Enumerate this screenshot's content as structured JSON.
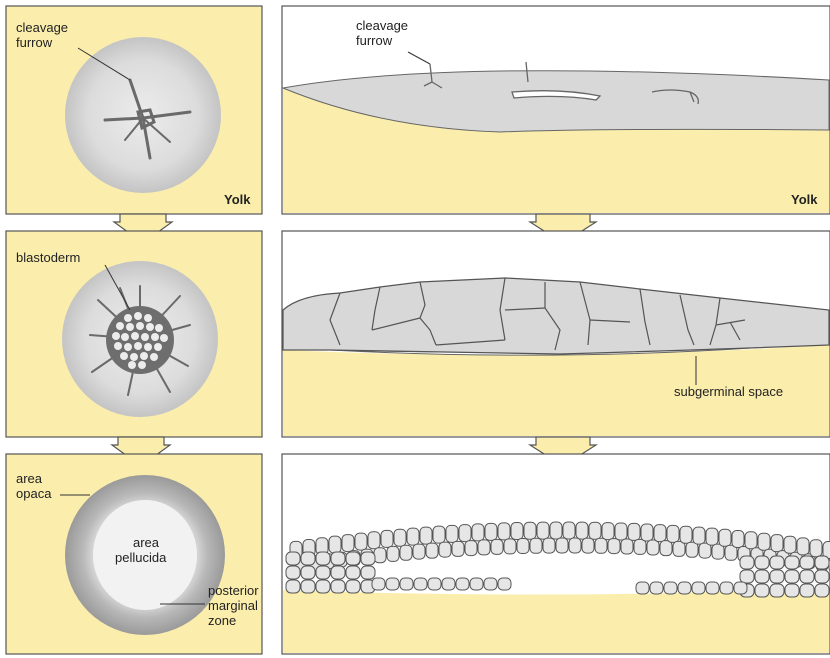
{
  "labels": {
    "top_left_furrow_1": "cleavage",
    "top_left_furrow_2": "furrow",
    "top_right_furrow_1": "cleavage",
    "top_right_furrow_2": "furrow",
    "yolk_left": "Yolk",
    "yolk_right": "Yolk",
    "blastoderm": "blastoderm",
    "subgerminal_space": "subgerminal space",
    "area_opaca_1": "area",
    "area_opaca_2": "opaca",
    "area_pellucida_1": "area",
    "area_pellucida_2": "pellucida",
    "posterior_1": "posterior",
    "posterior_2": "marginal",
    "posterior_3": "zone"
  },
  "colors": {
    "yolk": "#fbeead",
    "panel_border": "#555555",
    "disc_gray": "#d8d8d8",
    "disc_dark": "#a8a8a8",
    "cell_fill": "#e6e6e6",
    "cell_stroke": "#555555",
    "arrow_fill": "#fbeead"
  },
  "icons": {
    "arrow": "down-chevron-arrow-icon"
  }
}
